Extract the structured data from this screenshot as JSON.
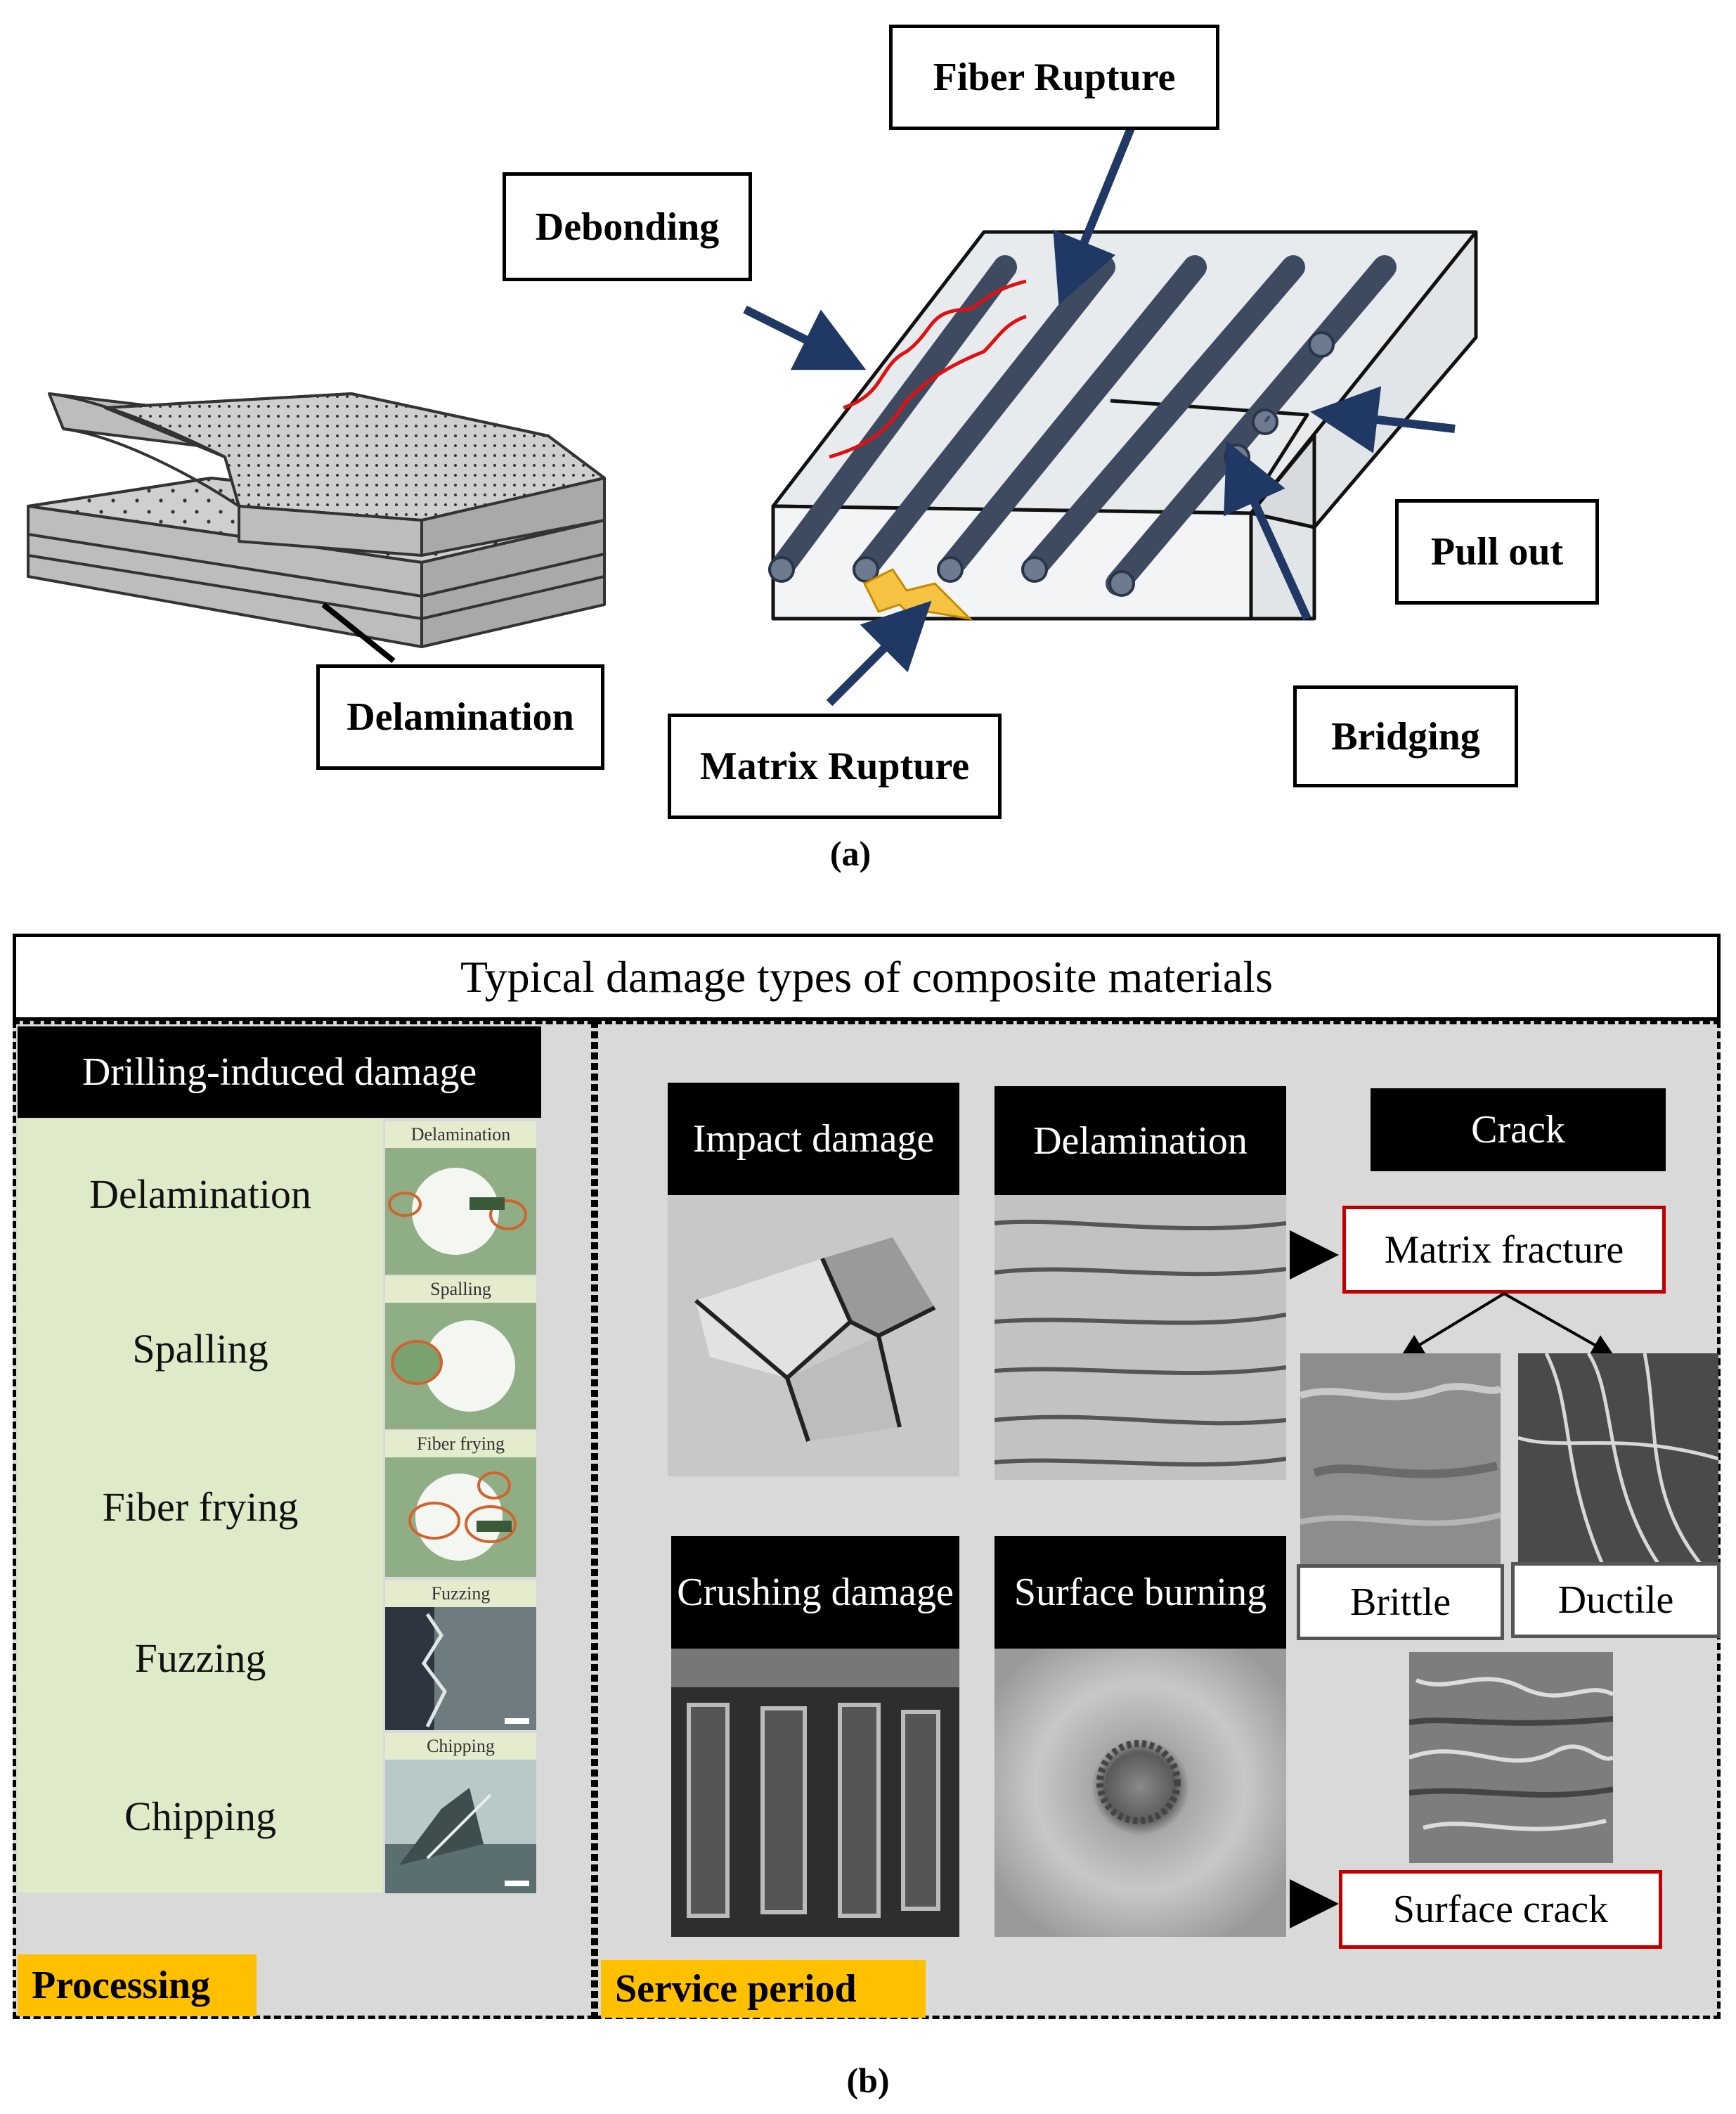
{
  "panel_a": {
    "caption": "(a)",
    "labels": {
      "fiber_rupture": "Fiber Rupture",
      "debonding": "Debonding",
      "pull_out": "Pull out",
      "delamination": "Delamination",
      "matrix_rupture": "Matrix Rupture",
      "bridging": "Bridging"
    }
  },
  "panel_b": {
    "caption": "(b)",
    "title": "Typical damage types of composite materials",
    "processing": {
      "tag": "Processing",
      "header": "Drilling-induced damage",
      "items": [
        {
          "label": "Delamination",
          "thumb_caption": "Delamination"
        },
        {
          "label": "Spalling",
          "thumb_caption": "Spalling"
        },
        {
          "label": "Fiber frying",
          "thumb_caption": "Fiber frying"
        },
        {
          "label": "Fuzzing",
          "thumb_caption": "Fuzzing"
        },
        {
          "label": "Chipping",
          "thumb_caption": "Chipping"
        }
      ]
    },
    "service": {
      "tag": "Service period",
      "impact": "Impact damage",
      "delamination": "Delamination",
      "crack": "Crack",
      "matrix_fracture": "Matrix fracture",
      "brittle": "Brittle",
      "ductile": "Ductile",
      "crushing": "Crushing damage",
      "surface_burning": "Surface burning",
      "surface_crack": "Surface crack"
    }
  },
  "colors": {
    "arrow_navy": "#1f3864",
    "panel_grey": "#d9d9d9",
    "green_bg": "#dfeac9",
    "tag_yellow": "#ffc000",
    "red_border": "#c00000"
  }
}
